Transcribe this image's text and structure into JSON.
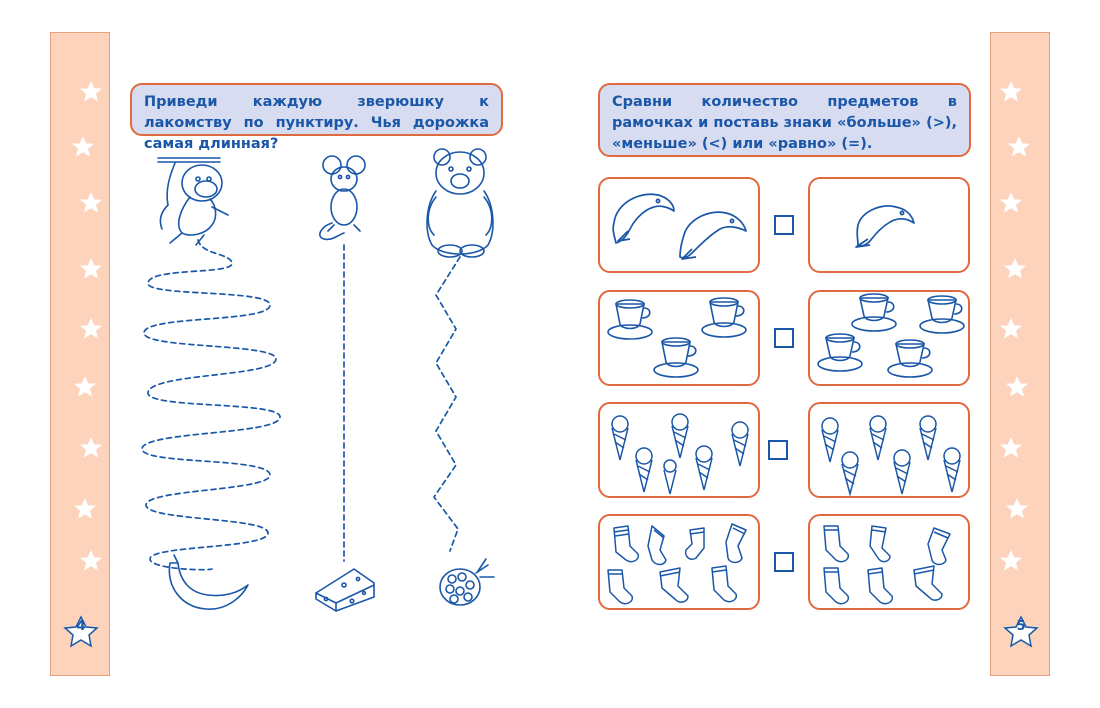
{
  "left_page": {
    "page_number": "4",
    "task_text": "Приведи каждую зверюшку к лакомству по пунктиру. Чья дорожка самая длинная?",
    "animals": [
      {
        "name": "monkey-icon",
        "treat": "banana-icon"
      },
      {
        "name": "mouse-icon",
        "treat": "cheese-icon"
      },
      {
        "name": "bear-icon",
        "treat": "raspberry-icon"
      }
    ]
  },
  "right_page": {
    "page_number": "5",
    "task_text": "Сравни количество предметов в рамочках и поставь знаки «больше» (>), «меньше» (<) или «равно» (=).",
    "rows": [
      {
        "item": "dolphin-icon",
        "left_count": 2,
        "right_count": 1,
        "answer": ""
      },
      {
        "item": "teacup-icon",
        "left_count": 3,
        "right_count": 4,
        "answer": ""
      },
      {
        "item": "ice-cream-icon",
        "left_count": 6,
        "right_count": 6,
        "answer": ""
      },
      {
        "item": "sock-icon",
        "left_count": 7,
        "right_count": 6,
        "answer": ""
      }
    ]
  },
  "colors": {
    "accent_blue": "#1a57a8",
    "frame_orange": "#e06a3f",
    "strip_peach": "#fdd3bb",
    "task_bg": "#d8dcf0"
  }
}
